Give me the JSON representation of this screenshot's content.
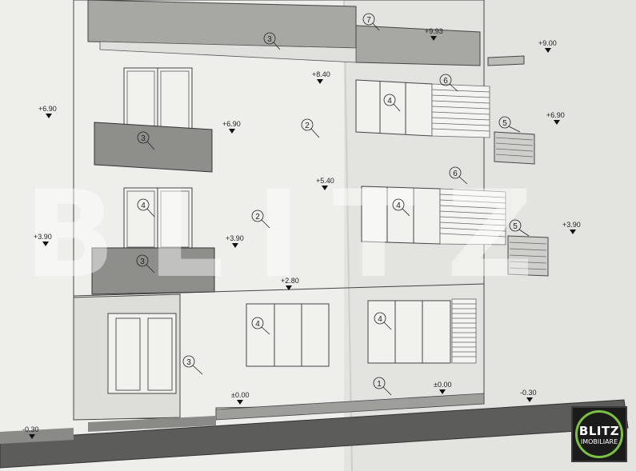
{
  "logo": {
    "brand": "BLITZ",
    "sub": "IMOBILIARE"
  },
  "watermark": "BLITZ",
  "levels": {
    "l993": "+9.93",
    "l900": "+9.00",
    "l840": "+8.40",
    "l690_left": "+6.90",
    "l690_mid": "+6.90",
    "l690_right": "+6.90",
    "l540": "+5.40",
    "l390_left": "+3.90",
    "l390_mid": "+3.90",
    "l390_right": "+3.90",
    "l280": "+2.80",
    "l000_left": "±0.00",
    "l000_right": "±0.00",
    "lm030_left": "-0.30",
    "lm030_right": "-0.30"
  },
  "callouts": {
    "c1": "1",
    "c2": "2",
    "c3": "3",
    "c4": "4",
    "c5": "5",
    "c6": "6",
    "c7": "7"
  },
  "colors": {
    "paper": "#ececea",
    "grey": "#a7a7a3",
    "dark": "#5f605e",
    "accent": "#7ac143"
  }
}
